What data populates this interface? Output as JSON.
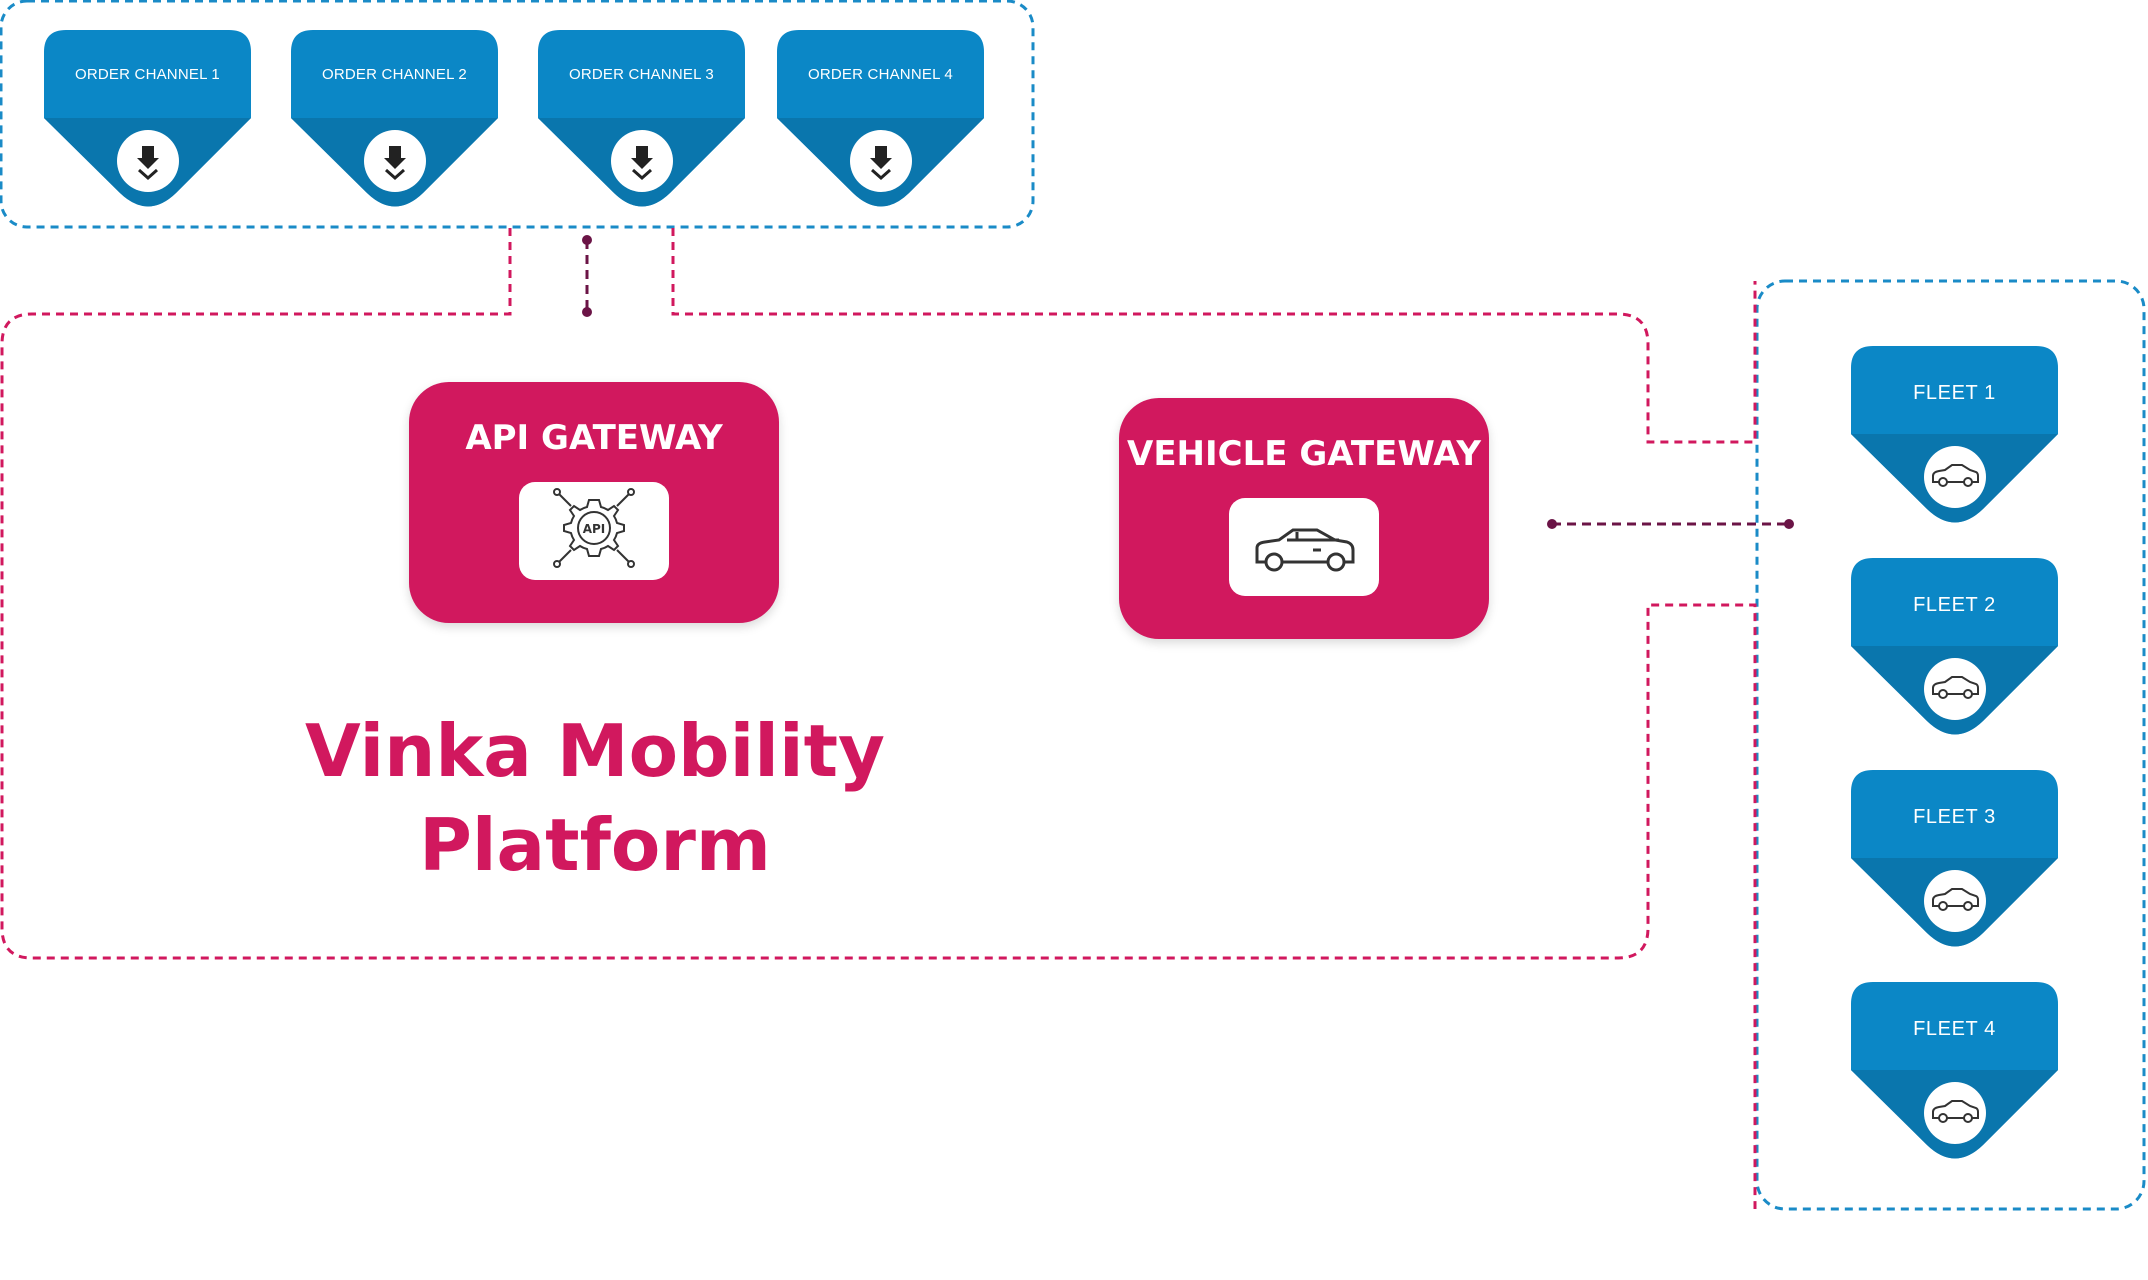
{
  "order_channels": [
    {
      "label": "ORDER CHANNEL 1",
      "icon": "download-arrow-icon"
    },
    {
      "label": "ORDER CHANNEL 2",
      "icon": "download-arrow-icon"
    },
    {
      "label": "ORDER CHANNEL 3",
      "icon": "download-arrow-icon"
    },
    {
      "label": "ORDER CHANNEL 4",
      "icon": "download-arrow-icon"
    }
  ],
  "fleets": [
    {
      "label": "FLEET 1",
      "icon": "car-icon"
    },
    {
      "label": "FLEET 2",
      "icon": "car-icon"
    },
    {
      "label": "FLEET 3",
      "icon": "car-icon"
    },
    {
      "label": "FLEET 4",
      "icon": "car-icon"
    }
  ],
  "api_gateway": {
    "title": "API GATEWAY",
    "icon": "api-gear-icon"
  },
  "vehicle_gateway": {
    "title": "VEHICLE GATEWAY",
    "icon": "car-icon"
  },
  "platform": {
    "line1": "Vinka Mobility",
    "line2": "Platform"
  },
  "colors": {
    "blue": "#0b87c6",
    "blue_dark": "#0a76ad",
    "magenta": "#d1185e",
    "connector": "#6b1446",
    "platform_border": "#d1185e",
    "group_border": "#1a8bc7"
  }
}
